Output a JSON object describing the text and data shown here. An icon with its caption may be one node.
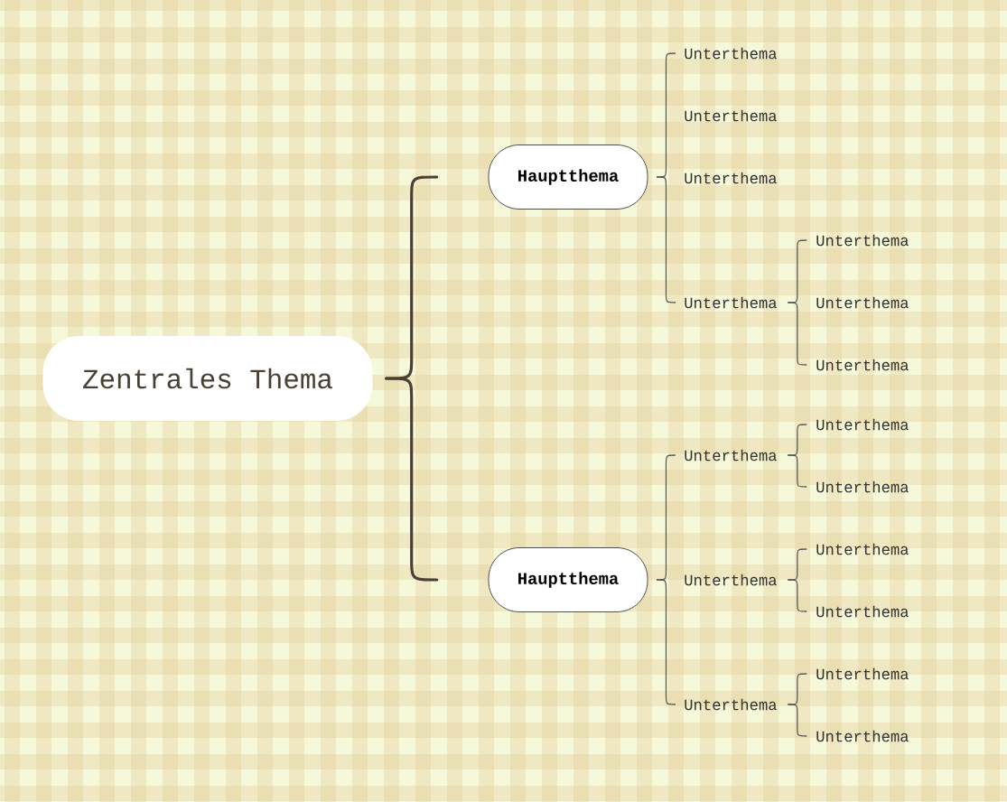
{
  "diagram": {
    "nodes": [
      {
        "text": [
          "Zentrales Thema"
        ]
      },
      {
        "text": [
          "Hauptthema"
        ]
      },
      {
        "text": [
          "Unterthema"
        ]
      },
      {
        "text": [
          "Unterthema"
        ]
      },
      {
        "text": [
          "Unterthema"
        ]
      },
      {
        "text": [
          "Unterthema"
        ]
      },
      {
        "text": [
          "Unterthema"
        ]
      },
      {
        "text": [
          "Unterthema"
        ]
      },
      {
        "text": [
          "Unterthema"
        ]
      },
      {
        "text": [
          "Hauptthema"
        ]
      },
      {
        "text": [
          "Unterthema"
        ]
      },
      {
        "text": [
          "Unterthema"
        ]
      },
      {
        "text": [
          "Unterthema"
        ]
      },
      {
        "text": [
          "Unterthema"
        ]
      },
      {
        "text": [
          "Unterthema"
        ]
      },
      {
        "text": [
          "Unterthema"
        ]
      },
      {
        "text": [
          "Unterthema"
        ]
      },
      {
        "text": [
          "Unterthema"
        ]
      },
      {
        "text": [
          "Unterthema"
        ]
      }
    ],
    "edges": [
      {
        "from": 0,
        "to": 1,
        "arrow": "none",
        "style": "thick",
        "color": "#4a4035"
      },
      {
        "from": 0,
        "to": 9,
        "arrow": "none",
        "style": "thick",
        "color": "#4a4035"
      },
      {
        "from": 1,
        "to": 2,
        "arrow": "none"
      },
      {
        "from": 1,
        "to": 3,
        "arrow": "none"
      },
      {
        "from": 1,
        "to": 4,
        "arrow": "none"
      },
      {
        "from": 1,
        "to": 5,
        "arrow": "none"
      },
      {
        "from": 5,
        "to": 6,
        "arrow": "none"
      },
      {
        "from": 5,
        "to": 7,
        "arrow": "none"
      },
      {
        "from": 5,
        "to": 8,
        "arrow": "none"
      },
      {
        "from": 9,
        "to": 10,
        "arrow": "none"
      },
      {
        "from": 9,
        "to": 13,
        "arrow": "none"
      },
      {
        "from": 9,
        "to": 16,
        "arrow": "none"
      },
      {
        "from": 10,
        "to": 11,
        "arrow": "none"
      },
      {
        "from": 10,
        "to": 12,
        "arrow": "none"
      },
      {
        "from": 13,
        "to": 14,
        "arrow": "none"
      },
      {
        "from": 13,
        "to": 15,
        "arrow": "none"
      },
      {
        "from": 16,
        "to": 17,
        "arrow": "none"
      },
      {
        "from": 16,
        "to": 18,
        "arrow": "none"
      }
    ]
  }
}
